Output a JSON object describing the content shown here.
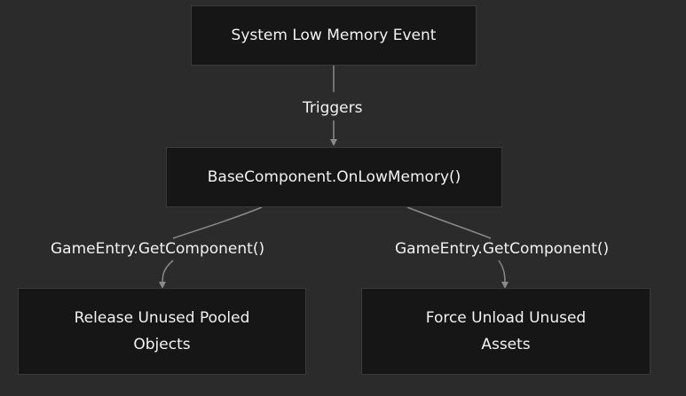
{
  "nodes": {
    "event": "System Low Memory Event",
    "handler": "BaseComponent.OnLowMemory()",
    "pool": "Release Unused Pooled Objects",
    "assets": "Force Unload Unused Assets"
  },
  "edges": {
    "triggers": "Triggers",
    "left_call": "GameEntry.GetComponent()",
    "right_call": "GameEntry.GetComponent()"
  },
  "colors": {
    "background": "#2b2b2b",
    "node_fill": "#161616",
    "node_border": "#3a3a3a",
    "edge": "#8a8a8a",
    "text": "#f2f2f2"
  }
}
